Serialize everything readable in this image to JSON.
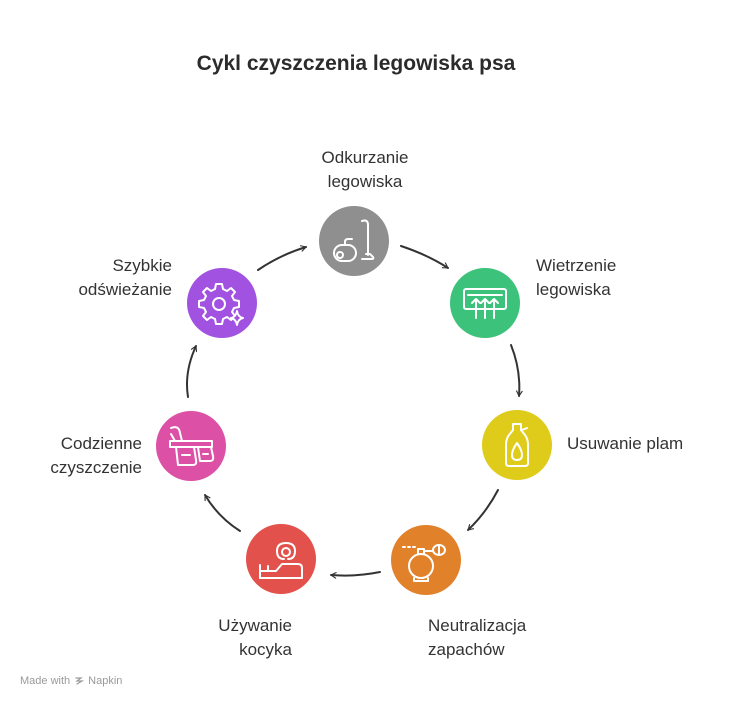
{
  "title": "Cykl czyszczenia legowiska psa",
  "steps": [
    {
      "lines": [
        "Odkurzanie",
        "legowiska"
      ],
      "color": "#8f8f8f",
      "icon": "vacuum-cleaner-icon"
    },
    {
      "lines": [
        "Wietrzenie",
        "legowiska"
      ],
      "color": "#3cc27a",
      "icon": "air-vent-icon"
    },
    {
      "lines": [
        "Usuwanie plam"
      ],
      "color": "#dfcb1a",
      "icon": "cleaning-bottle-icon"
    },
    {
      "lines": [
        "Neutralizacja",
        "zapachów"
      ],
      "color": "#e1822b",
      "icon": "perfume-spray-icon"
    },
    {
      "lines": [
        "Używanie",
        "kocyka"
      ],
      "color": "#e3514c",
      "icon": "person-blanket-icon"
    },
    {
      "lines": [
        "Codzienne",
        "czyszczenie"
      ],
      "color": "#dc50a6",
      "icon": "slippers-icon"
    },
    {
      "lines": [
        "Szybkie",
        "odświeżanie"
      ],
      "color": "#a152e0",
      "icon": "gear-sparkle-icon"
    }
  ],
  "footer": {
    "made_with": "Made with",
    "brand": "Napkin"
  }
}
